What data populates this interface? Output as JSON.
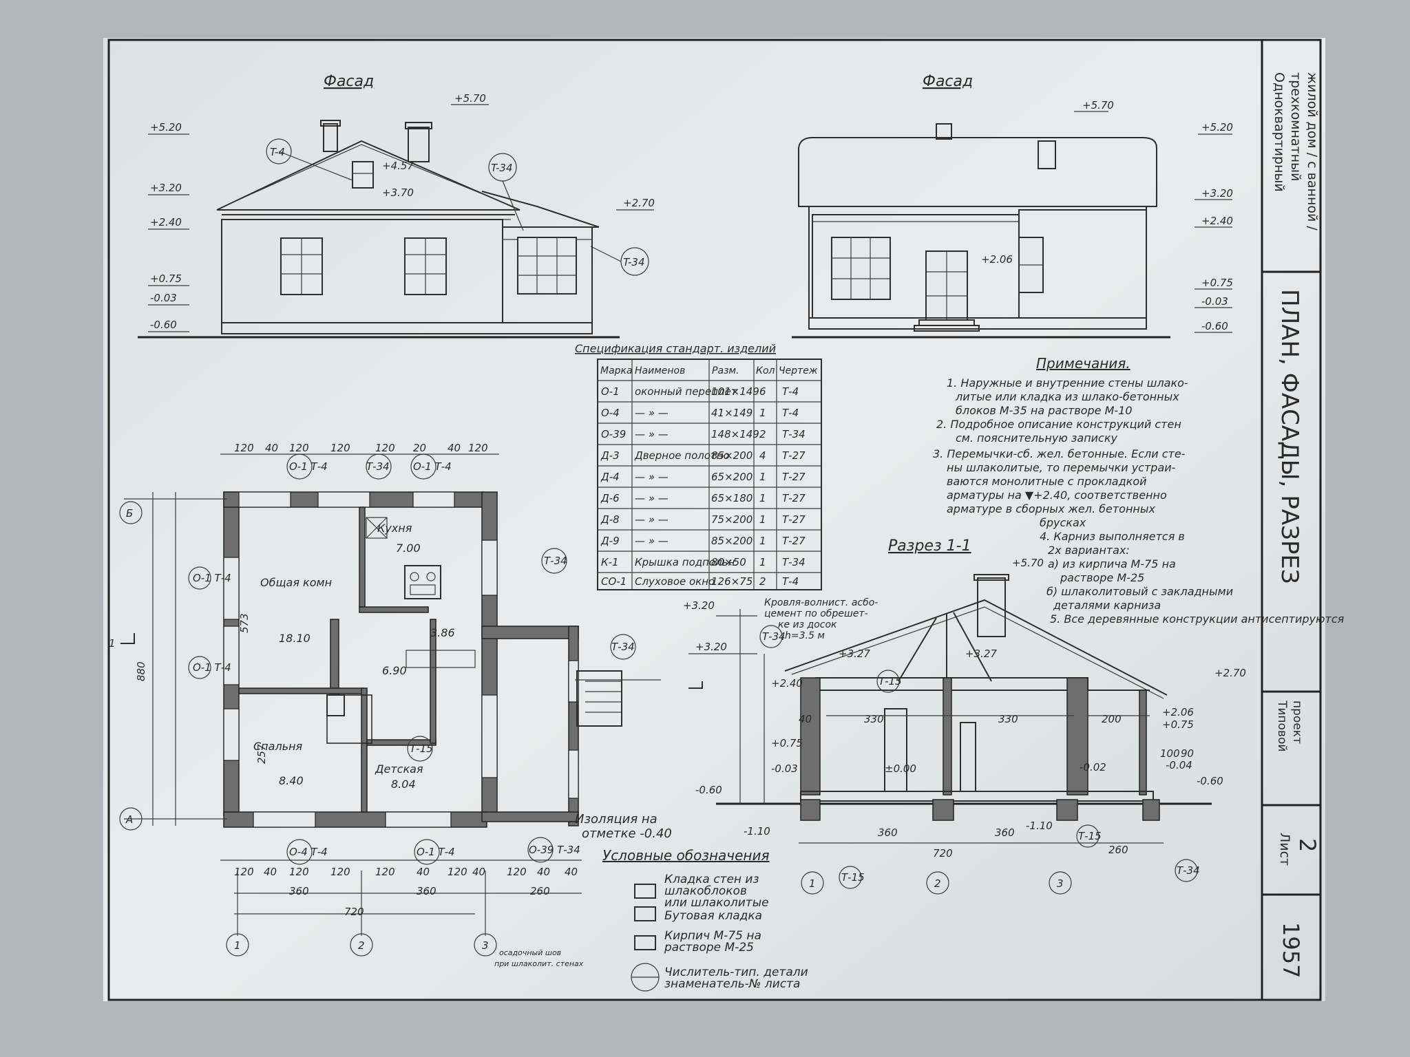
{
  "title_block": {
    "project_lines": [
      "Одноквартирный",
      "трехкомнатный",
      "жилой дом / с ванной /"
    ],
    "sheet_title": "ПЛАН, ФАСАДЫ, РАЗРЕЗ",
    "standard_project": [
      "Типовой",
      "проект"
    ],
    "sheet_label": "Лист",
    "sheet_number": "2",
    "year": "1957"
  },
  "facades": [
    {
      "title": "Фасад",
      "levels": [
        "+5.20",
        "+3.20",
        "+2.40",
        "+0.75",
        "-0.03",
        "-0.60"
      ],
      "top_level": "+5.70",
      "annex_level": "+2.70",
      "vent_top": "+4.57",
      "vent_bottom": "+3.70",
      "callouts": [
        "T-4",
        "T-34",
        "T-34"
      ]
    },
    {
      "title": "Фасад",
      "levels": [
        "+5.20",
        "+3.20",
        "+2.40",
        "+0.75",
        "-0.03",
        "-0.60"
      ],
      "top_level": "+5.70",
      "door_level": "+2.06"
    }
  ],
  "spec_table": {
    "title": "Спецификация стандарт. изделий",
    "headers": [
      "Марка",
      "Наименов",
      "Разм.",
      "Кол",
      "Чертеж"
    ],
    "rows": [
      [
        "О-1",
        "оконный переплет",
        "101×149",
        "6",
        "Т-4"
      ],
      [
        "О-4",
        "— » —",
        "41×149",
        "1",
        "Т-4"
      ],
      [
        "О-39",
        "— » —",
        "148×149",
        "2",
        "Т-34"
      ],
      [
        "Д-3",
        "Дверное полотно",
        "85×200",
        "4",
        "Т-27"
      ],
      [
        "Д-4",
        "— » —",
        "65×200",
        "1",
        "Т-27"
      ],
      [
        "Д-6",
        "— » —",
        "65×180",
        "1",
        "Т-27"
      ],
      [
        "Д-8",
        "— » —",
        "75×200",
        "1",
        "Т-27"
      ],
      [
        "Д-9",
        "— » —",
        "85×200",
        "1",
        "Т-27"
      ],
      [
        "К-1",
        "Крышка подпольн.",
        "80×50",
        "1",
        "Т-34"
      ],
      [
        "СО-1",
        "Слуховое окно",
        "126×75",
        "2",
        "Т-4"
      ]
    ]
  },
  "notes": {
    "title": "Примечания.",
    "lines": [
      "1. Наружные и внутренние стены шлако-",
      "литые или кладка из шлако-бетонных",
      "блоков М-35 на растворе М-10",
      "2. Подробное описание конструкций стен",
      "см. пояснительную записку",
      "3. Перемычки-сб. жел. бетонные. Если сте-",
      "ны шлаколитые, то перемычки устраи-",
      "ваются монолитные с прокладкой",
      "арматуры на ▼+2.40, соответственно",
      "арматуре в сборных жел. бетонных",
      "брусках",
      "4. Карниз выполняется в",
      "2х вариантах:",
      "а) из кирпича М-75 на",
      "растворе М-25",
      "б) шлаколитовый с закладными",
      "деталями карниза",
      "5. Все деревянные конструкции антисептируются"
    ]
  },
  "plan": {
    "dims_top": [
      "120",
      "40",
      "120",
      "120",
      "120",
      "20",
      "40",
      "120"
    ],
    "dims_bottom": [
      "120",
      "40",
      "120",
      "120",
      "120",
      "40",
      "120",
      "40",
      "120",
      "40",
      "40"
    ],
    "dims_total": [
      "360",
      "360",
      "260",
      "720"
    ],
    "dims_left": [
      "880",
      "573",
      "257"
    ],
    "axes_rows": [
      "Б",
      "А"
    ],
    "axes_cols": [
      "1",
      "2",
      "3"
    ],
    "rooms": [
      {
        "name": "Кухня",
        "area": "7.00"
      },
      {
        "name": "Общая комн",
        "area": "18.10"
      },
      {
        "name": "Спальня",
        "area": "8.40"
      },
      {
        "name": "Детская",
        "area": "8.04"
      },
      {
        "area": "6.90"
      },
      {
        "area": "3.86"
      }
    ],
    "callouts": [
      "О-1 Т-4",
      "Т-34",
      "О-1 Т-4",
      "Т-34",
      "Т-34",
      "Т-15",
      "О-39 Т-34",
      "О-4 Т-4",
      "О-1 Т-4",
      "О-1 Т-4",
      "О-1 Т-4"
    ],
    "section_mark": "1",
    "isolation_note": [
      "Изоляция на",
      "отметке -0.40"
    ],
    "small_note": [
      "осадочный шов",
      "при шлаколит. стенах"
    ]
  },
  "legend": {
    "title": "Условные обозначения",
    "items": [
      {
        "lines": [
          "Кладка стен из",
          "шлакоблоков",
          "или шлаколитые"
        ]
      },
      {
        "lines": [
          "Бутовая кладка"
        ]
      },
      {
        "lines": [
          "Кирпич М-75 на",
          "растворе М-25"
        ]
      },
      {
        "lines": [
          "Числитель-тип. детали",
          "знаменатель-№ листа"
        ]
      }
    ]
  },
  "section": {
    "title": "Разрез 1-1",
    "levels": [
      "+3.20",
      "+3.20",
      "+2.40",
      "+3.27",
      "+3.27",
      "+5.70",
      "+2.70",
      "+2.06",
      "+0.75",
      "+0.75",
      "-0.03",
      "-0.60",
      "-1.10",
      "±0.00",
      "-0.02",
      "-0.04",
      "-0.60",
      "-1.10"
    ],
    "dims": [
      "330",
      "330",
      "200",
      "40",
      "360",
      "360",
      "720",
      "260",
      "100",
      "90"
    ],
    "roof_note": [
      "Кровля-волнист. асбо-",
      "цемент по обрешет-",
      "ке из досок",
      "h=3.5 м"
    ],
    "callouts": [
      "Т-34",
      "Т-15",
      "Т-15",
      "Т-15",
      "Т-34"
    ],
    "axes": [
      "1",
      "2",
      "3"
    ]
  }
}
